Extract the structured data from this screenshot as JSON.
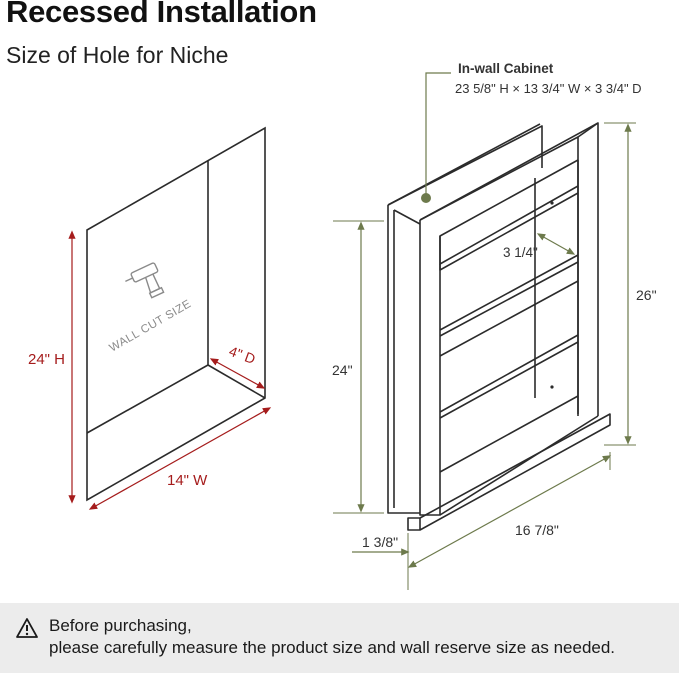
{
  "header": {
    "title": "Recessed Installation",
    "subtitle": "Size of Hole for Niche"
  },
  "niche": {
    "height_label": "24\" H",
    "width_label": "14\" W",
    "depth_label": "4\" D",
    "wall_cut_label": "WALL CUT SIZE"
  },
  "cabinet": {
    "name": "In-wall Cabinet",
    "spec": "23 5/8\" H × 13 3/4\"  W × 3 3/4\" D",
    "shelf_depth_label": "3 1/4\"",
    "total_height_label": "26\"",
    "cabinet_height_label": "24\"",
    "frame_depth_label": "1 3/8\"",
    "width_label": "16 7/8\""
  },
  "notice": {
    "line1": "Before purchasing,",
    "line2": "please carefully measure the product size and wall reserve size as needed."
  },
  "colors": {
    "red_dim": "#a51c1c",
    "green_dim": "#6d7a4c",
    "line": "#2b2b2b",
    "notice_bg": "#ececec"
  }
}
